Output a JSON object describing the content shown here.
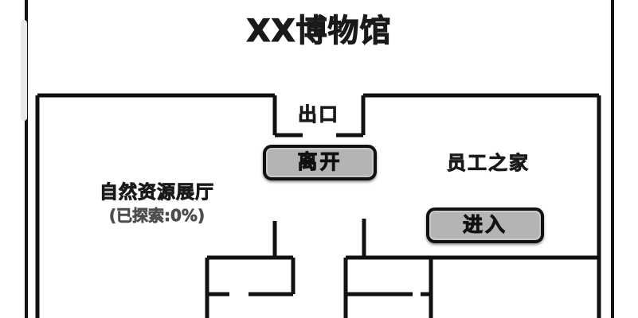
{
  "screen": {
    "title": "XX博物馆",
    "colors": {
      "wall": "#111111",
      "background": "#ffffff",
      "button_fill": "#b4b4b4",
      "button_border": "#111111",
      "text": "#1a1a1a",
      "progress_text": "#4d4d4d",
      "scrollbar_thumb": "#e9e9e9"
    }
  },
  "map": {
    "exit": {
      "label": "出口",
      "button_label": "离开"
    },
    "natural_resources_hall": {
      "name": "自然资源展厅",
      "progress_text": "(已探索:0%)",
      "progress_percent": 0
    },
    "staff_home": {
      "label": "员工之家",
      "button_label": "进入"
    }
  },
  "icons": {
    "scrollbar": "scrollbar-thumb"
  }
}
